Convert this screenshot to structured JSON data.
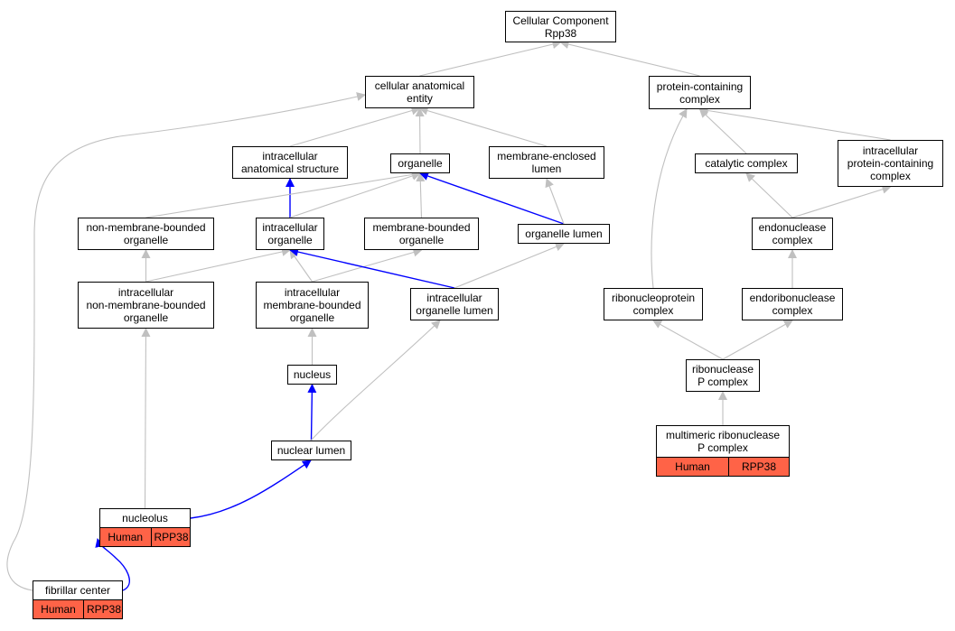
{
  "graph": {
    "colors": {
      "edge_gray": "#c0c0c0",
      "edge_blue": "#0000ff",
      "annotation_fill": "#ff6347"
    },
    "nodes": {
      "root": {
        "lines": [
          "Cellular Component",
          "Rpp38"
        ]
      },
      "cellular_anatomical_entity": {
        "lines": [
          "cellular anatomical",
          "entity"
        ]
      },
      "protein_containing_complex": {
        "lines": [
          "protein-containing",
          "complex"
        ]
      },
      "intracellular_anatomical_structure": {
        "lines": [
          "intracellular",
          "anatomical structure"
        ]
      },
      "organelle": {
        "lines": [
          "organelle"
        ]
      },
      "membrane_enclosed_lumen": {
        "lines": [
          "membrane-enclosed",
          "lumen"
        ]
      },
      "catalytic_complex": {
        "lines": [
          "catalytic complex"
        ]
      },
      "intracellular_protein_containing_complex": {
        "lines": [
          "intracellular",
          "protein-containing",
          "complex"
        ]
      },
      "non_membrane_bounded_organelle": {
        "lines": [
          "non-membrane-bounded",
          "organelle"
        ]
      },
      "intracellular_organelle": {
        "lines": [
          "intracellular",
          "organelle"
        ]
      },
      "membrane_bounded_organelle": {
        "lines": [
          "membrane-bounded",
          "organelle"
        ]
      },
      "organelle_lumen": {
        "lines": [
          "organelle lumen"
        ]
      },
      "endonuclease_complex": {
        "lines": [
          "endonuclease",
          "complex"
        ]
      },
      "intracellular_non_membrane_bounded_organelle": {
        "lines": [
          "intracellular",
          "non-membrane-bounded",
          "organelle"
        ]
      },
      "intracellular_membrane_bounded_organelle": {
        "lines": [
          "intracellular",
          "membrane-bounded",
          "organelle"
        ]
      },
      "intracellular_organelle_lumen": {
        "lines": [
          "intracellular",
          "organelle lumen"
        ]
      },
      "ribonucleoprotein_complex": {
        "lines": [
          "ribonucleoprotein",
          "complex"
        ]
      },
      "endoribonuclease_complex": {
        "lines": [
          "endoribonuclease",
          "complex"
        ]
      },
      "nucleus": {
        "lines": [
          "nucleus"
        ]
      },
      "ribonuclease_p_complex": {
        "lines": [
          "ribonuclease",
          "P complex"
        ]
      },
      "nuclear_lumen": {
        "lines": [
          "nuclear lumen"
        ]
      },
      "multimeric_ribonuclease_p_complex": {
        "lines": [
          "multimeric ribonuclease",
          "P complex"
        ],
        "annotation": [
          "Human",
          "RPP38"
        ]
      },
      "nucleolus": {
        "lines": [
          "nucleolus"
        ],
        "annotation": [
          "Human",
          "RPP38"
        ]
      },
      "fibrillar_center": {
        "lines": [
          "fibrillar center"
        ],
        "annotation": [
          "Human",
          "RPP38"
        ]
      }
    },
    "edges": [
      {
        "from": "cellular_anatomical_entity",
        "to": "root",
        "style": "gray"
      },
      {
        "from": "protein_containing_complex",
        "to": "root",
        "style": "gray"
      },
      {
        "from": "intracellular_anatomical_structure",
        "to": "cellular_anatomical_entity",
        "style": "gray"
      },
      {
        "from": "organelle",
        "to": "cellular_anatomical_entity",
        "style": "gray"
      },
      {
        "from": "membrane_enclosed_lumen",
        "to": "cellular_anatomical_entity",
        "style": "gray"
      },
      {
        "from": "fibrillar_center",
        "to": "cellular_anatomical_entity",
        "style": "gray"
      },
      {
        "from": "catalytic_complex",
        "to": "protein_containing_complex",
        "style": "gray"
      },
      {
        "from": "intracellular_protein_containing_complex",
        "to": "protein_containing_complex",
        "style": "gray"
      },
      {
        "from": "ribonucleoprotein_complex",
        "to": "protein_containing_complex",
        "style": "gray"
      },
      {
        "from": "intracellular_organelle",
        "to": "intracellular_anatomical_structure",
        "style": "blue"
      },
      {
        "from": "non_membrane_bounded_organelle",
        "to": "organelle",
        "style": "gray"
      },
      {
        "from": "intracellular_organelle",
        "to": "organelle",
        "style": "gray"
      },
      {
        "from": "membrane_bounded_organelle",
        "to": "organelle",
        "style": "gray"
      },
      {
        "from": "organelle_lumen",
        "to": "organelle",
        "style": "blue"
      },
      {
        "from": "organelle_lumen",
        "to": "membrane_enclosed_lumen",
        "style": "gray"
      },
      {
        "from": "endonuclease_complex",
        "to": "catalytic_complex",
        "style": "gray"
      },
      {
        "from": "endonuclease_complex",
        "to": "intracellular_protein_containing_complex",
        "style": "gray"
      },
      {
        "from": "intracellular_non_membrane_bounded_organelle",
        "to": "non_membrane_bounded_organelle",
        "style": "gray"
      },
      {
        "from": "intracellular_non_membrane_bounded_organelle",
        "to": "intracellular_organelle",
        "style": "gray"
      },
      {
        "from": "intracellular_membrane_bounded_organelle",
        "to": "intracellular_organelle",
        "style": "gray"
      },
      {
        "from": "intracellular_membrane_bounded_organelle",
        "to": "membrane_bounded_organelle",
        "style": "gray"
      },
      {
        "from": "intracellular_organelle_lumen",
        "to": "intracellular_organelle",
        "style": "blue"
      },
      {
        "from": "intracellular_organelle_lumen",
        "to": "organelle_lumen",
        "style": "gray"
      },
      {
        "from": "endoribonuclease_complex",
        "to": "endonuclease_complex",
        "style": "gray"
      },
      {
        "from": "nucleus",
        "to": "intracellular_membrane_bounded_organelle",
        "style": "gray"
      },
      {
        "from": "nuclear_lumen",
        "to": "nucleus",
        "style": "blue"
      },
      {
        "from": "nuclear_lumen",
        "to": "intracellular_organelle_lumen",
        "style": "gray"
      },
      {
        "from": "ribonuclease_p_complex",
        "to": "ribonucleoprotein_complex",
        "style": "gray"
      },
      {
        "from": "ribonuclease_p_complex",
        "to": "endoribonuclease_complex",
        "style": "gray"
      },
      {
        "from": "multimeric_ribonuclease_p_complex",
        "to": "ribonuclease_p_complex",
        "style": "gray"
      },
      {
        "from": "nucleolus",
        "to": "intracellular_non_membrane_bounded_organelle",
        "style": "gray"
      },
      {
        "from": "nucleolus",
        "to": "nuclear_lumen",
        "style": "blue"
      },
      {
        "from": "fibrillar_center",
        "to": "nucleolus",
        "style": "blue"
      }
    ]
  }
}
